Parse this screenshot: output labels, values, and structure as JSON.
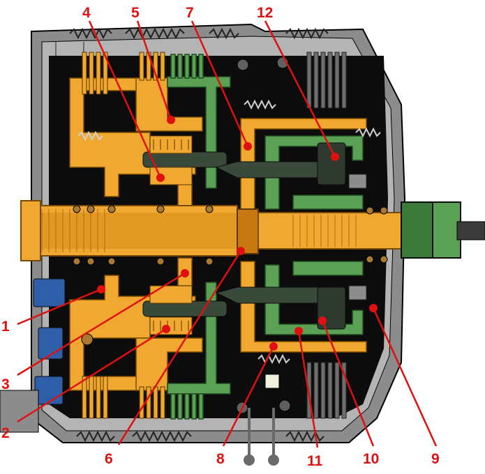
{
  "colors": {
    "orange": "#f0a830",
    "orange_dark": "#c87810",
    "green": "#5aa055",
    "green_dark": "#3c7a3c",
    "gray": "#8c8c8c",
    "gray_light": "#b4b4b4",
    "black": "#0c0c0c",
    "blue": "#2e5ea8",
    "red": "#e01010",
    "white": "#ffffff"
  },
  "callouts": [
    {
      "id": "label-1",
      "text": "1"
    },
    {
      "id": "label-2",
      "text": "2"
    },
    {
      "id": "label-3",
      "text": "3"
    },
    {
      "id": "label-4",
      "text": "4"
    },
    {
      "id": "label-5",
      "text": "5"
    },
    {
      "id": "label-6",
      "text": "6"
    },
    {
      "id": "label-7",
      "text": "7"
    },
    {
      "id": "label-8",
      "text": "8"
    },
    {
      "id": "label-9",
      "text": "9"
    },
    {
      "id": "label-10",
      "text": "10"
    },
    {
      "id": "label-11",
      "text": "11"
    },
    {
      "id": "label-12",
      "text": "12"
    }
  ]
}
